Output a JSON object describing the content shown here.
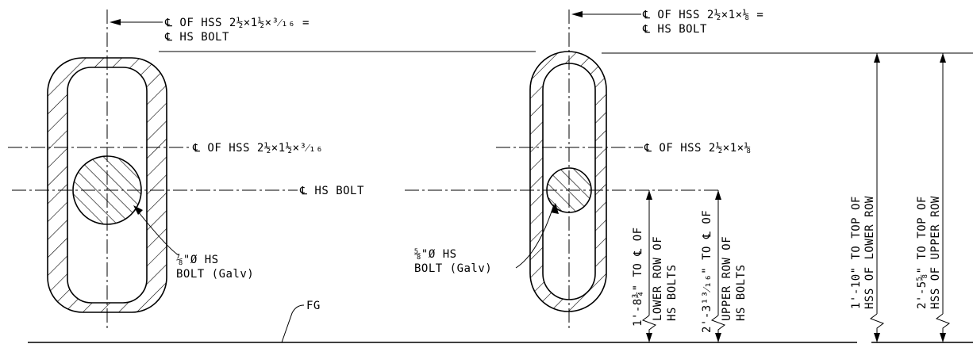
{
  "labels": {
    "top_left_line1": "℄ OF HSS 2½×1½×³⁄₁₆  =",
    "top_left_line2": "℄ HS BOLT",
    "top_right_line1": "℄ OF HSS 2½×1×⅛  =",
    "top_right_line2": "℄ HS BOLT",
    "mid_left": "℄ OF HSS 2½×1½×³⁄₁₆",
    "mid_right": "℄ OF HSS 2½×1×⅛",
    "bolt_line": "℄ HS BOLT",
    "bolt_left_1": "⅞\"Ø HS",
    "bolt_left_2": "BOLT (Galv)",
    "bolt_right_1": "⅝\"Ø HS",
    "bolt_right_2": "BOLT (Galv)",
    "fg": "FG"
  },
  "dimensions": {
    "d1_line1": "1'-8¾\" TO ℄ OF",
    "d1_line2": "LOWER ROW OF",
    "d1_line3": "HS BOLTS",
    "d2_line1": "2'-3¹³⁄₁₆\" TO ℄ OF",
    "d2_line2": "UPPER ROW OF",
    "d2_line3": "HS BOLTS",
    "d3_line1": "1'-10\" TO TOP OF",
    "d3_line2": "HSS OF LOWER ROW",
    "d4_line1": "2'-5⅝\" TO TOP OF",
    "d4_line2": "HSS OF UPPER ROW"
  },
  "colors": {
    "ink": "#000000",
    "paper": "#ffffff"
  }
}
